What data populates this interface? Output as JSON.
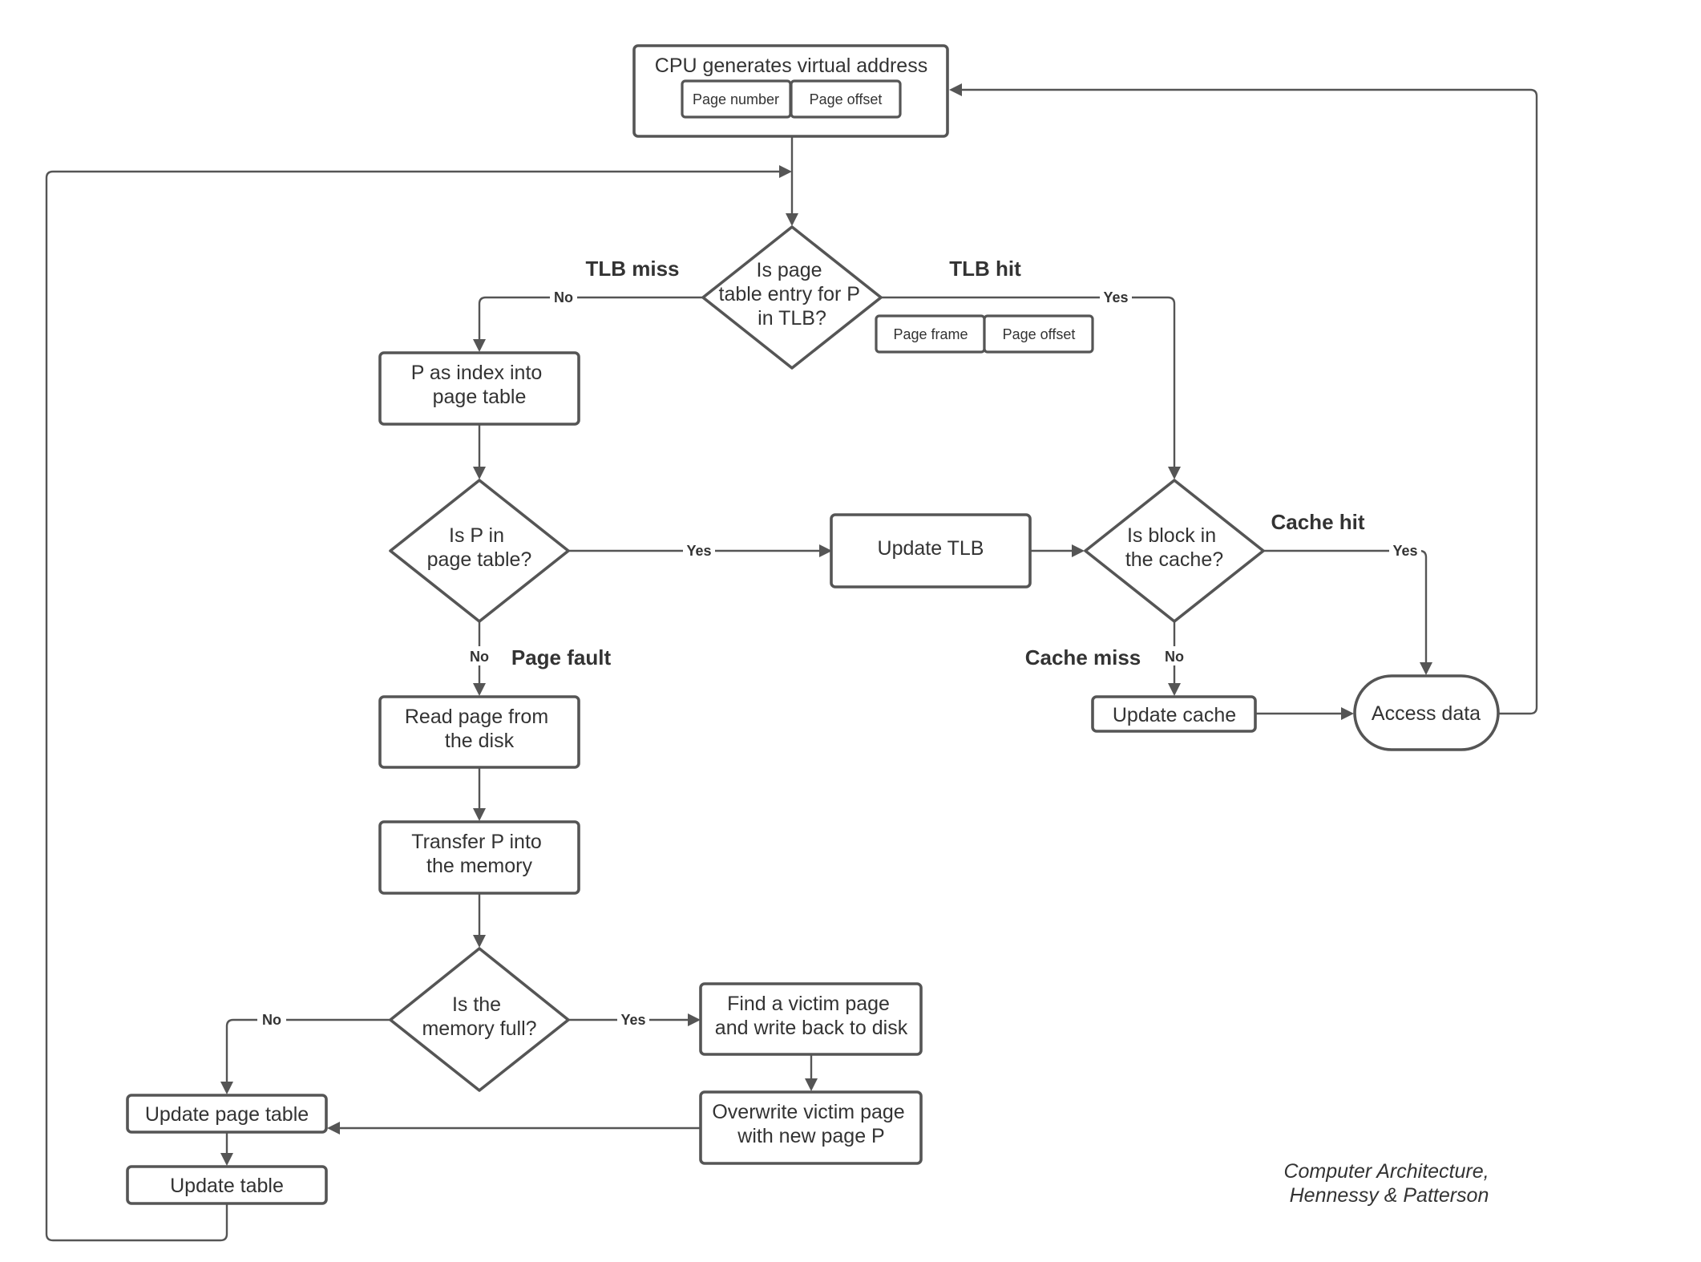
{
  "nodes": {
    "cpu": {
      "title": "CPU generates virtual address",
      "sub": [
        "Page number",
        "Page offset"
      ]
    },
    "tlb_check": {
      "lines": [
        "Is page",
        "table entry for P",
        "in TLB?"
      ]
    },
    "tlb_frame": {
      "sub": [
        "Page frame",
        "Page offset"
      ]
    },
    "index": {
      "lines": [
        "P as index into",
        "page table"
      ]
    },
    "pt_check": {
      "lines": [
        "Is P in",
        "page table?"
      ]
    },
    "update_tlb": {
      "lines": [
        "Update TLB"
      ]
    },
    "cache_check": {
      "lines": [
        "Is block in",
        "the cache?"
      ]
    },
    "read_disk": {
      "lines": [
        "Read page from",
        "the disk"
      ]
    },
    "transfer": {
      "lines": [
        "Transfer P into",
        "the memory"
      ]
    },
    "mem_full": {
      "lines": [
        "Is the",
        "memory full?"
      ]
    },
    "victim": {
      "lines": [
        "Find a victim page",
        "and write back to disk"
      ]
    },
    "overwrite": {
      "lines": [
        "Overwrite victim page",
        "with new page P"
      ]
    },
    "update_pt": {
      "lines": [
        "Update page table"
      ]
    },
    "update_table": {
      "lines": [
        "Update table"
      ]
    },
    "update_cache": {
      "lines": [
        "Update cache"
      ]
    },
    "access": {
      "lines": [
        "Access data"
      ]
    }
  },
  "edge_labels": {
    "tlb_no": "No",
    "tlb_yes": "Yes",
    "pt_yes": "Yes",
    "pt_no": "No",
    "cache_yes": "Yes",
    "cache_no": "No",
    "mem_no": "No",
    "mem_yes": "Yes"
  },
  "annotations": {
    "tlb_miss": "TLB miss",
    "tlb_hit": "TLB hit",
    "page_fault": "Page fault",
    "cache_hit": "Cache hit",
    "cache_miss": "Cache miss"
  },
  "credit": [
    "Computer Architecture,",
    "Hennessy & Patterson"
  ]
}
